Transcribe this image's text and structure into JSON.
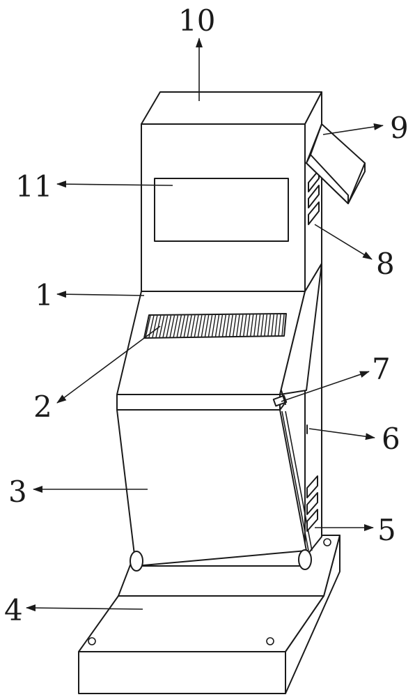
{
  "labels": {
    "l1": "1",
    "l2": "2",
    "l3": "3",
    "l4": "4",
    "l5": "5",
    "l6": "6",
    "l7": "7",
    "l8": "8",
    "l9": "9",
    "l10": "10",
    "l11": "11"
  },
  "colors": {
    "line": "#1a1a1a",
    "background": "#ffffff"
  }
}
